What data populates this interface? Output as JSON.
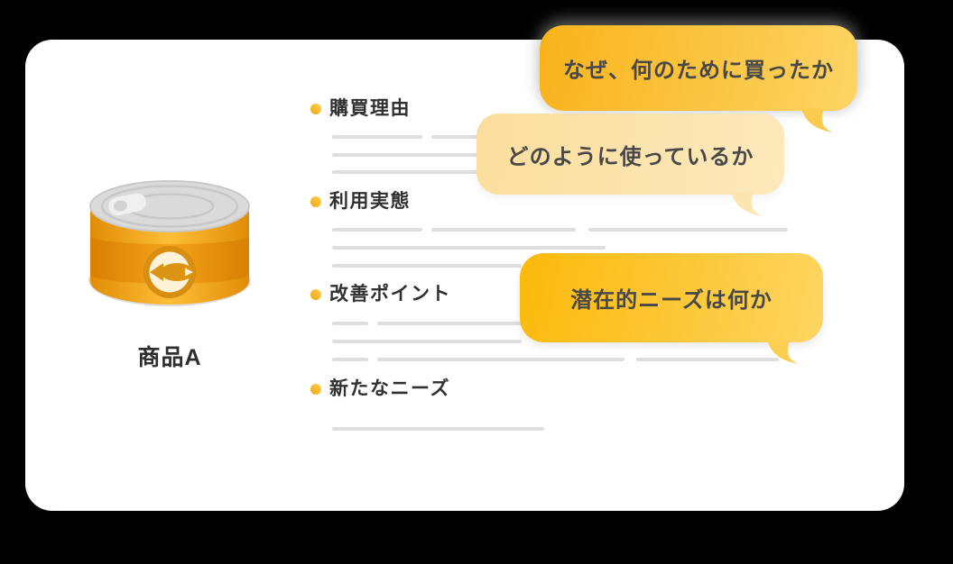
{
  "product": {
    "name": "商品A",
    "illustration": "canned-fish"
  },
  "topics": [
    {
      "label": "購買理由"
    },
    {
      "label": "利用実態"
    },
    {
      "label": "改善ポイント"
    },
    {
      "label": "新たなニーズ"
    }
  ],
  "bubbles": [
    {
      "text": "なぜ、何のために買ったか",
      "style": "strong-yellow"
    },
    {
      "text": "どのように使っているか",
      "style": "soft-cream"
    },
    {
      "text": "潜在的ニーズは何か",
      "style": "strong-yellow"
    }
  ],
  "colors": {
    "canvas_bg": "#000000",
    "card_bg": "#FFFFFF",
    "bubble_strong_start": "#F9B31B",
    "bubble_strong_end": "#FCD464",
    "bubble_soft_start": "#FBDE9D",
    "bubble_soft_end": "#FDE9BC",
    "bullet_gold": "#F6B325",
    "placeholder_line": "#DEDEDE",
    "can_body": "#F9A81A",
    "can_band": "#E08C06",
    "can_lid": "#DADADA",
    "label_cream": "#FCF3D9",
    "fish_orange": "#DD9412",
    "text_dark": "#303030",
    "bubble_text": "#484848"
  }
}
